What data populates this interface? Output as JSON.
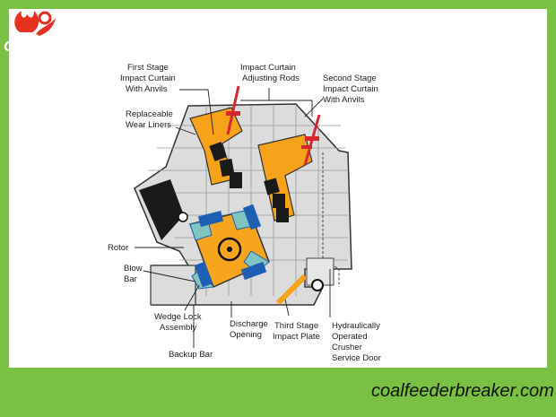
{
  "brand": {
    "logo_text": "CCRB",
    "website": "coalfeederbreaker.com"
  },
  "labels": {
    "first_stage": [
      "First Stage",
      "Impact Curtain",
      "With Anvils"
    ],
    "adjusting_rods": [
      "Impact Curtain",
      "Adjusting Rods"
    ],
    "second_stage": [
      "Second Stage",
      "Impact Curtain",
      "With Anvils"
    ],
    "wear_liners": [
      "Replaceable",
      "Wear Liners"
    ],
    "rotor": [
      "Rotor"
    ],
    "blow_bar": [
      "Blow",
      "Bar"
    ],
    "wedge_lock": [
      "Wedge Lock",
      "Assembly"
    ],
    "discharge": [
      "Discharge",
      "Opening"
    ],
    "third_stage": [
      "Third Stage",
      "Impact Plate"
    ],
    "service_door": [
      "Hydraulically",
      "Operated",
      "Crusher",
      "Service Door"
    ],
    "backup_bar": [
      "Backup Bar"
    ]
  },
  "colors": {
    "background_green": "#7ac143",
    "panel": "#ffffff",
    "housing": "#dcdcdc",
    "curtain_orange": "#f7a21b",
    "rotor_yellow": "#f6a51c",
    "blow_bar_blue": "#1f5fb3",
    "liner_teal": "#7fc4c0",
    "rod_red": "#d7262e",
    "anvil_black": "#1a1a1a"
  }
}
